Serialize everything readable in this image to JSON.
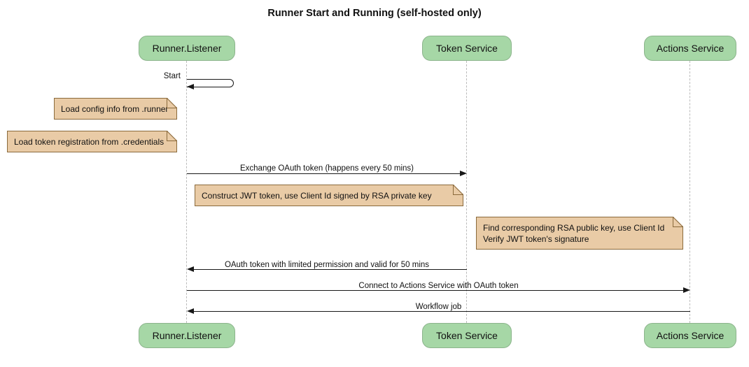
{
  "title": "Runner Start and Running (self-hosted only)",
  "colors": {
    "participant_fill": "#A6D7A6",
    "participant_border": "#8CB48C",
    "note_fill": "#E9CBA6",
    "note_border": "#8A6A3C",
    "lifeline": "#BBBBBB",
    "line": "#181818",
    "text": "#111111",
    "background": "#FFFFFF"
  },
  "participants": [
    {
      "id": "runner-listener",
      "label": "Runner.Listener"
    },
    {
      "id": "token-service",
      "label": "Token Service"
    },
    {
      "id": "actions-service",
      "label": "Actions Service"
    }
  ],
  "messages": {
    "self_start": "Start",
    "exchange": "Exchange OAuth token (happens every 50 mins)",
    "oauth_return": "OAuth token with limited permission and valid for 50 mins",
    "connect": "Connect to Actions Service with OAuth token",
    "workflow": "Workflow job"
  },
  "notes": {
    "load_config": "Load config info from .runner",
    "load_token": "Load token registration from .credentials",
    "construct_jwt": "Construct JWT token, use Client Id signed by RSA private key",
    "find_rsa_line1": "Find corresponding RSA public key, use Client Id",
    "find_rsa_line2": "Verify JWT token's signature"
  }
}
